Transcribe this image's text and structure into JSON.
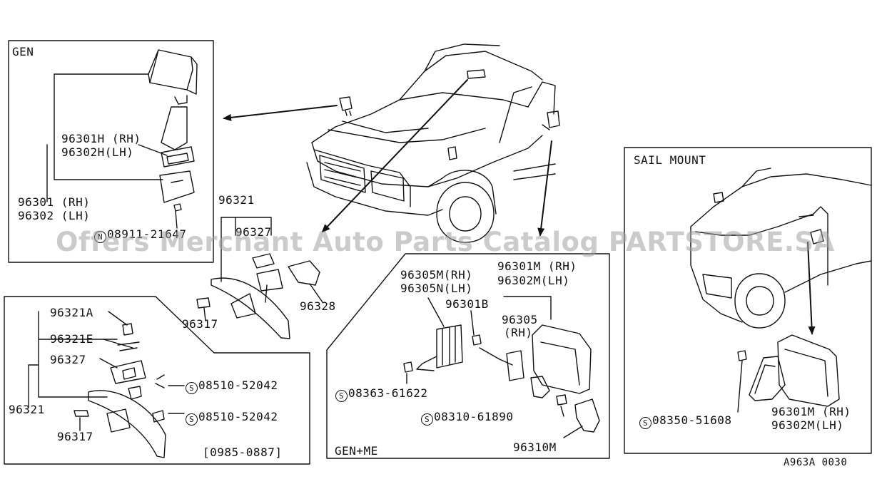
{
  "panels": {
    "gen": {
      "title": "GEN"
    },
    "sail_mount": {
      "title": "SAIL MOUNT"
    },
    "gen_me": {
      "title": "GEN+ME"
    },
    "inner_mirror": {
      "date_range": "[0985-0887]"
    }
  },
  "part_labels": {
    "p_96301h": "96301H (RH)",
    "p_96302h": "96302H(LH)",
    "p_96301": "96301 (RH)",
    "p_96302": "96302 (LH)",
    "p_08911": "08911-21647",
    "p_96321_top": "96321",
    "p_96327_top": "96327",
    "p_96328": "96328",
    "p_96317_top": "96317",
    "p_96321a": "96321A",
    "p_96321e": "96321E",
    "p_96327_low": "96327",
    "p_96321_low": "96321",
    "p_96317_low": "96317",
    "p_08510_a": "08510-52042",
    "p_08510_b": "08510-52042",
    "p_96305m": "96305M(RH)",
    "p_96305n": "96305N(LH)",
    "p_96301m_me": "96301M (RH)",
    "p_96302m_me": "96302M(LH)",
    "p_96301b": "96301B",
    "p_96305": "96305",
    "p_96305_rh": "(RH)",
    "p_08363": "08363-61622",
    "p_08310": "08310-61890",
    "p_96310m": "96310M",
    "p_08350": "08350-51608",
    "p_96301m_sail": "96301M (RH)",
    "p_96302m_sail": "96302M(LH)"
  },
  "screw_symbol": "S",
  "drawing_code": "A963A 0030",
  "watermark": "Offers Merchant Auto Parts Catalog PARTSTORE.SA"
}
